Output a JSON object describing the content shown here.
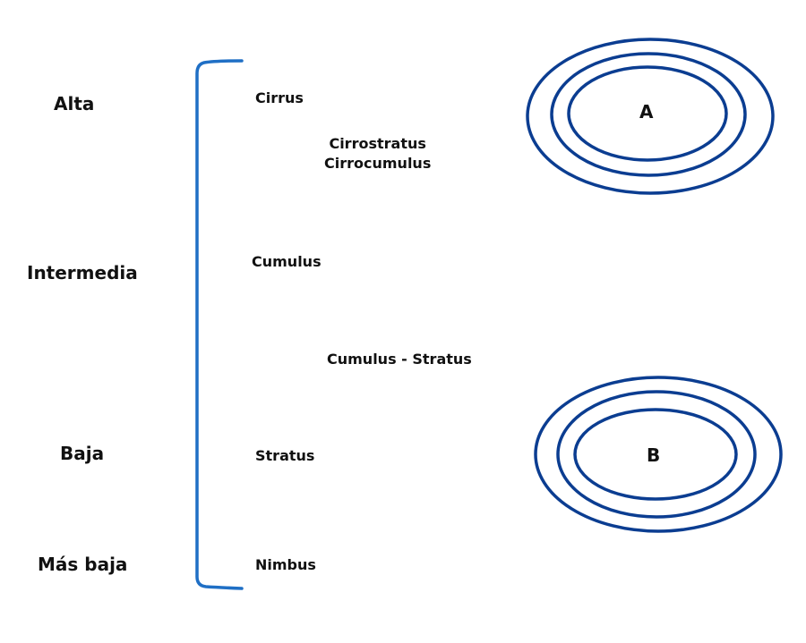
{
  "levels": {
    "alta": "Alta",
    "intermedia": "Intermedia",
    "baja": "Baja",
    "mas_baja": "Más baja"
  },
  "clouds": {
    "cirrus": "Cirrus",
    "cirrostratus": "Cirrostratus",
    "cirrocumulus": "Cirrocumulus",
    "cumulus": "Cumulus",
    "cumulus_stratus": "Cumulus - Stratus",
    "stratus": "Stratus",
    "nimbus": "Nimbus"
  },
  "systems": {
    "a": "A",
    "b": "B"
  },
  "colors": {
    "bracket": "#1f6fc5",
    "rings": "#0b3d91"
  }
}
